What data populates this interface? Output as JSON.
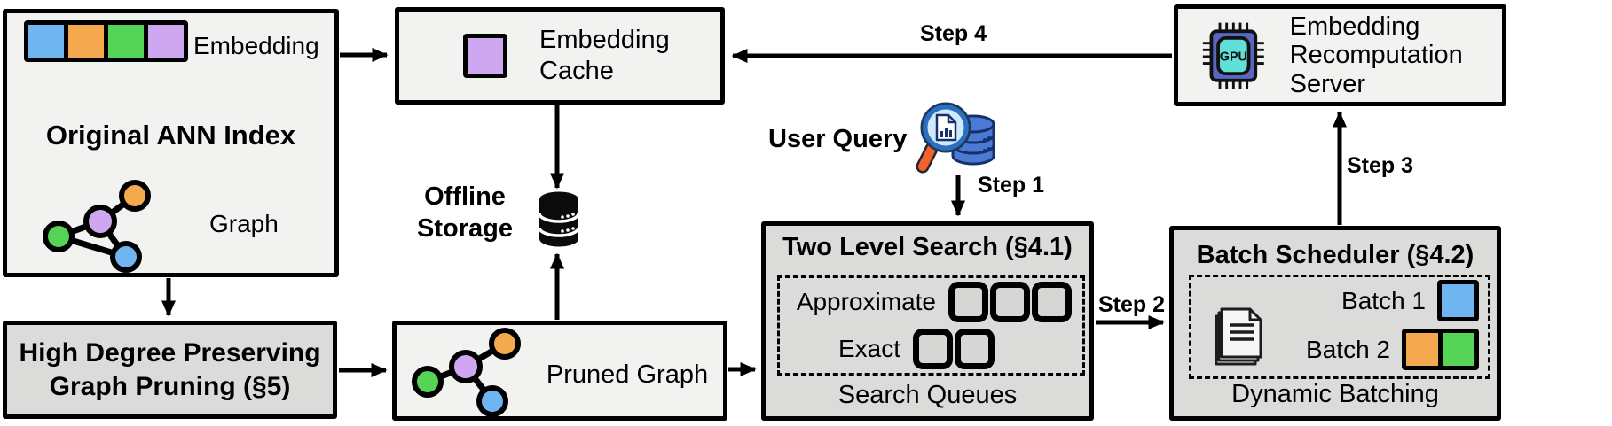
{
  "colors": {
    "blue": "#6FB5F2",
    "orange": "#F5A94F",
    "green": "#55D455",
    "purple": "#CFA7F0",
    "box_light": "#F2F2F1",
    "box_dark": "#DBDBDA",
    "gpu_chip": "#5868C0",
    "gpu_core": "#5FE0D8",
    "magnifier_handle": "#F2622D",
    "magnifier_rim": "#2B6FC0",
    "magnifier_lens": "#CFE9FA",
    "database_blue": "#4A7BD4",
    "database_outline": "#17306B",
    "arrow_black": "#000000"
  },
  "ann_index": {
    "title": "Original ANN Index",
    "embedding_label": "Embedding",
    "graph_label": "Graph",
    "embedding_swatches": [
      "blue",
      "orange",
      "green",
      "purple"
    ]
  },
  "embedding_cache": {
    "label": "Embedding Cache",
    "swatches": [
      "purple"
    ]
  },
  "offline_storage": {
    "label": "Offline Storage"
  },
  "high_degree_pruning": {
    "label": "High Degree Preserving Graph Pruning (§5)"
  },
  "pruned_graph": {
    "label": "Pruned Graph"
  },
  "user_query": {
    "label": "User Query"
  },
  "two_level_search": {
    "title": "Two Level Search (§4.1)",
    "rows": [
      {
        "label": "Approximate",
        "slots": 3
      },
      {
        "label": "Exact",
        "slots": 2
      }
    ],
    "footer": "Search Queues"
  },
  "batch_scheduler": {
    "title": "Batch Scheduler (§4.2)",
    "rows": [
      {
        "label": "Batch 1",
        "swatches": [
          "blue"
        ]
      },
      {
        "label": "Batch 2",
        "swatches": [
          "orange",
          "green"
        ]
      }
    ],
    "footer": "Dynamic Batching"
  },
  "recomputation_server": {
    "label": "Embedding Recomputation Server"
  },
  "steps": {
    "step1": "Step 1",
    "step2": "Step 2",
    "step3": "Step 3",
    "step4": "Step 4"
  }
}
